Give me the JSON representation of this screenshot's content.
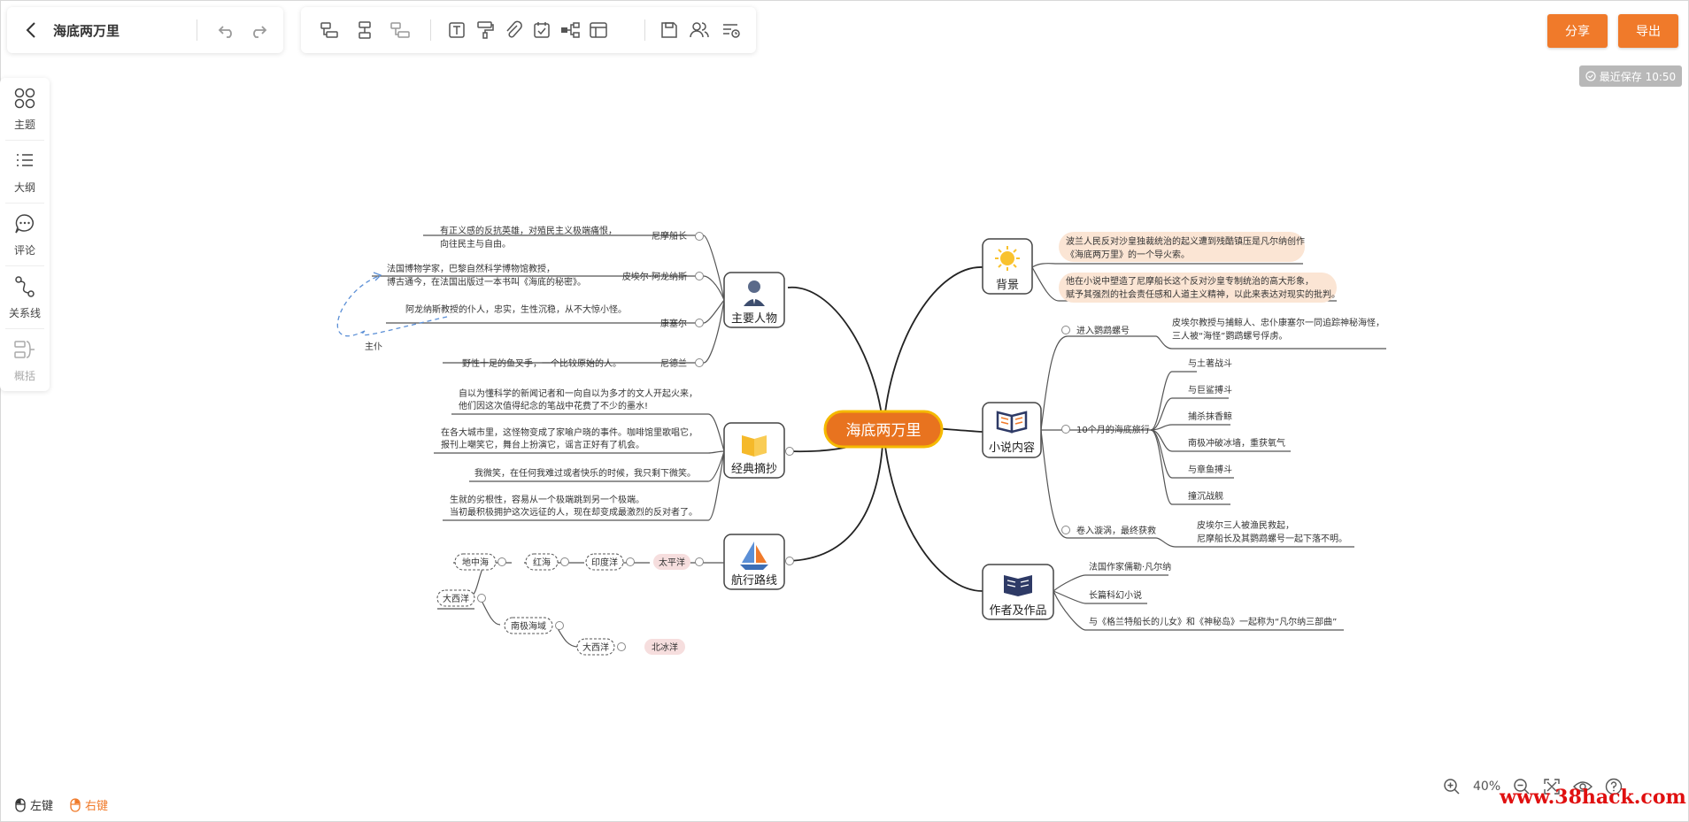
{
  "header": {
    "title": "海底两万里",
    "share_label": "分享",
    "export_label": "导出",
    "save_status": "最近保存 10:50"
  },
  "toolbar": {
    "icons": [
      "undo-icon",
      "redo-icon",
      "sibling-topic-icon",
      "child-topic-icon",
      "parent-topic-icon",
      "text-icon",
      "format-painter-icon",
      "attachment-icon",
      "task-icon",
      "relation-icon",
      "table-icon",
      "save-icon",
      "collaborators-icon",
      "outline-settings-icon"
    ]
  },
  "sidebar": {
    "items": [
      {
        "label": "主题",
        "icon": "theme-icon"
      },
      {
        "label": "大纲",
        "icon": "outline-icon"
      },
      {
        "label": "评论",
        "icon": "comment-icon"
      },
      {
        "label": "关系线",
        "icon": "relation-line-icon"
      },
      {
        "label": "概括",
        "icon": "summary-icon",
        "disabled": true
      }
    ]
  },
  "footer": {
    "left_click_label": "左键",
    "right_click_label": "右键",
    "zoom": "40%",
    "watermark": "www.38hack.com"
  },
  "mindmap": {
    "center": "海底两万里",
    "branches": {
      "characters": {
        "title": "主要人物",
        "items": [
          {
            "name": "尼摩船长",
            "desc": [
              "有正义感的反抗英雄，对殖民主义极端痛恨，",
              "向往民主与自由。"
            ]
          },
          {
            "name": "皮埃尔·阿龙纳斯",
            "desc": [
              "法国博物学家，巴黎自然科学博物馆教授，",
              "博古通今，在法国出版过一本书叫《海底的秘密》。"
            ]
          },
          {
            "name": "康塞尔",
            "desc": [
              "阿龙纳斯教授的仆人，忠实，生性沉稳，从不大惊小怪。"
            ]
          },
          {
            "name": "尼德兰",
            "desc": [
              "野性十足的鱼叉手，一个比较原始的人。"
            ]
          }
        ],
        "relation_label": "主仆"
      },
      "quotes": {
        "title": "经典摘抄",
        "items": [
          [
            "自以为懂科学的新闻记者和一向自以为多才的文人开起火来，",
            "他们因这次值得纪念的笔战中花费了不少的墨水!"
          ],
          [
            "在各大城市里，这怪物变成了家喻户晓的事件。咖啡馆里歌唱它，",
            "报刊上嘲笑它，舞台上扮演它，谣言正好有了机会。"
          ],
          [
            "我微笑，在任何我难过或者快乐的时候，我只剩下微笑。"
          ],
          [
            "生就的劣根性，容易从一个极端跳到另一个极端。",
            "当初最积极拥护这次远征的人，现在却变成最激烈的反对者了。"
          ]
        ]
      },
      "route": {
        "title": "航行路线",
        "nodes": [
          "太平洋",
          "印度洋",
          "红海",
          "地中海",
          "大西洋",
          "南极海域",
          "大西洋",
          "北冰洋"
        ]
      },
      "background": {
        "title": "背景",
        "items": [
          [
            "波兰人民反对沙皇独裁统治的起义遭到残酷镇压是凡尔纳创作",
            "《海底两万里》的一个导火索。"
          ],
          [
            "他在小说中塑造了尼摩船长这个反对沙皇专制统治的高大形象，",
            "赋予其强烈的社会责任感和人道主义精神，以此来表达对现实的批判。"
          ]
        ]
      },
      "content": {
        "title": "小说内容",
        "stages": [
          {
            "name": "进入鹦鹉螺号",
            "desc": [
              "皮埃尔教授与捕鲸人、忠仆康塞尔一同追踪神秘海怪，",
              "三人被“海怪”鹦鹉螺号俘虏。"
            ]
          },
          {
            "name": "10个月的海底旅行",
            "events": [
              "与土著战斗",
              "与巨鲨搏斗",
              "捕杀抹香鲸",
              "南极冲破冰墙，重获氧气",
              "与章鱼搏斗",
              "撞沉战舰"
            ]
          },
          {
            "name": "卷入漩涡，最终获救",
            "desc": [
              "皮埃尔三人被渔民救起，",
              "尼摩船长及其鹦鹉螺号一起下落不明。"
            ]
          }
        ]
      },
      "author": {
        "title": "作者及作品",
        "items": [
          "法国作家儒勒·凡尔纳",
          "长篇科幻小说",
          "与《格兰特船长的儿女》和《神秘岛》一起称为“凡尔纳三部曲”"
        ]
      }
    }
  },
  "colors": {
    "accent": "#f07a2a",
    "center_fill": "#e8731f",
    "center_border": "#f5b900",
    "highlight": "#fbe5d4",
    "route_tag": "#f6dede",
    "relation": "#5b8fd6"
  }
}
